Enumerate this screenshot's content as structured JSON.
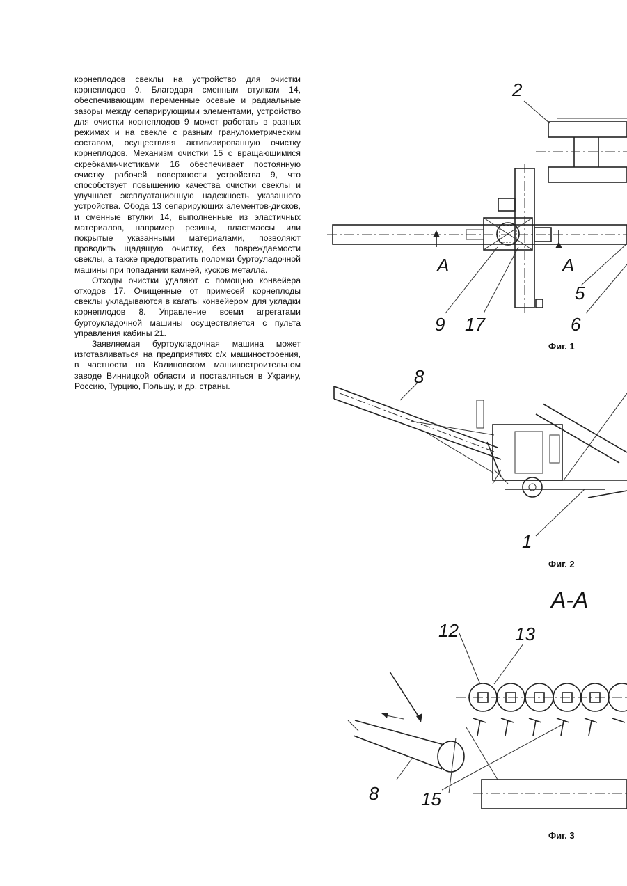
{
  "text": {
    "paragraphs": [
      "корнеплодов свеклы на устройство для очистки корнеплодов 9. Благодаря сменным втулкам 14, обеспечивающим переменные осевые и радиальные зазоры между сепарирующими элементами, устройство для очистки корнеплодов 9 может работать в разных режимах и на свекле с разным гранулометрическим составом, осуществляя активизированную очистку корнеплодов. Механизм очистки 15 с вращающимися скребками-чистиками 16 обеспечивает постоянную очистку рабочей поверхности устройства 9, что способствует повышению качества очистки свеклы и улучшает эксплуатационную надежность указанного устройства. Обода 13 сепарирующих элементов-дисков, и сменные втулки 14, выполненные из эластичных материалов, например резины, пластмассы или покрытые указанными материалами, позволяют проводить щадящую очистку, без повреждаемости свеклы, а также предотвратить поломки буртоуладочной машины при попадании камней, кусков металла.",
      "Отходы очистки удаляют с помощью конвейера отходов 17. Очищенные от примесей корнеплоды свеклы укладываются в кагаты конвейером для укладки корнеплодов 8. Управление всеми агрегатами буртоукладочной машины осуществляется с пульта управления кабины 21.",
      "Заявляемая буртоукладочная машина может изготавливаться на предприятиях с/х машиностроения, в частности на Калиновском машиностроительном заводе Винницкой области и поставляться в Украину, Россию, Турцию, Польшу, и др. страны."
    ]
  },
  "figures": {
    "fig1": {
      "caption": "Фиг. 1",
      "labels": {
        "l2": "2",
        "lA1": "A",
        "lA2": "A",
        "l5": "5",
        "l9": "9",
        "l17": "17",
        "l6": "6"
      }
    },
    "fig2": {
      "caption": "Фиг. 2",
      "labels": {
        "l8": "8",
        "l1": "1"
      }
    },
    "fig3": {
      "caption": "Фиг. 3",
      "section": "А-А",
      "labels": {
        "l12": "12",
        "l13": "13",
        "l8": "8",
        "l15": "15"
      }
    }
  }
}
